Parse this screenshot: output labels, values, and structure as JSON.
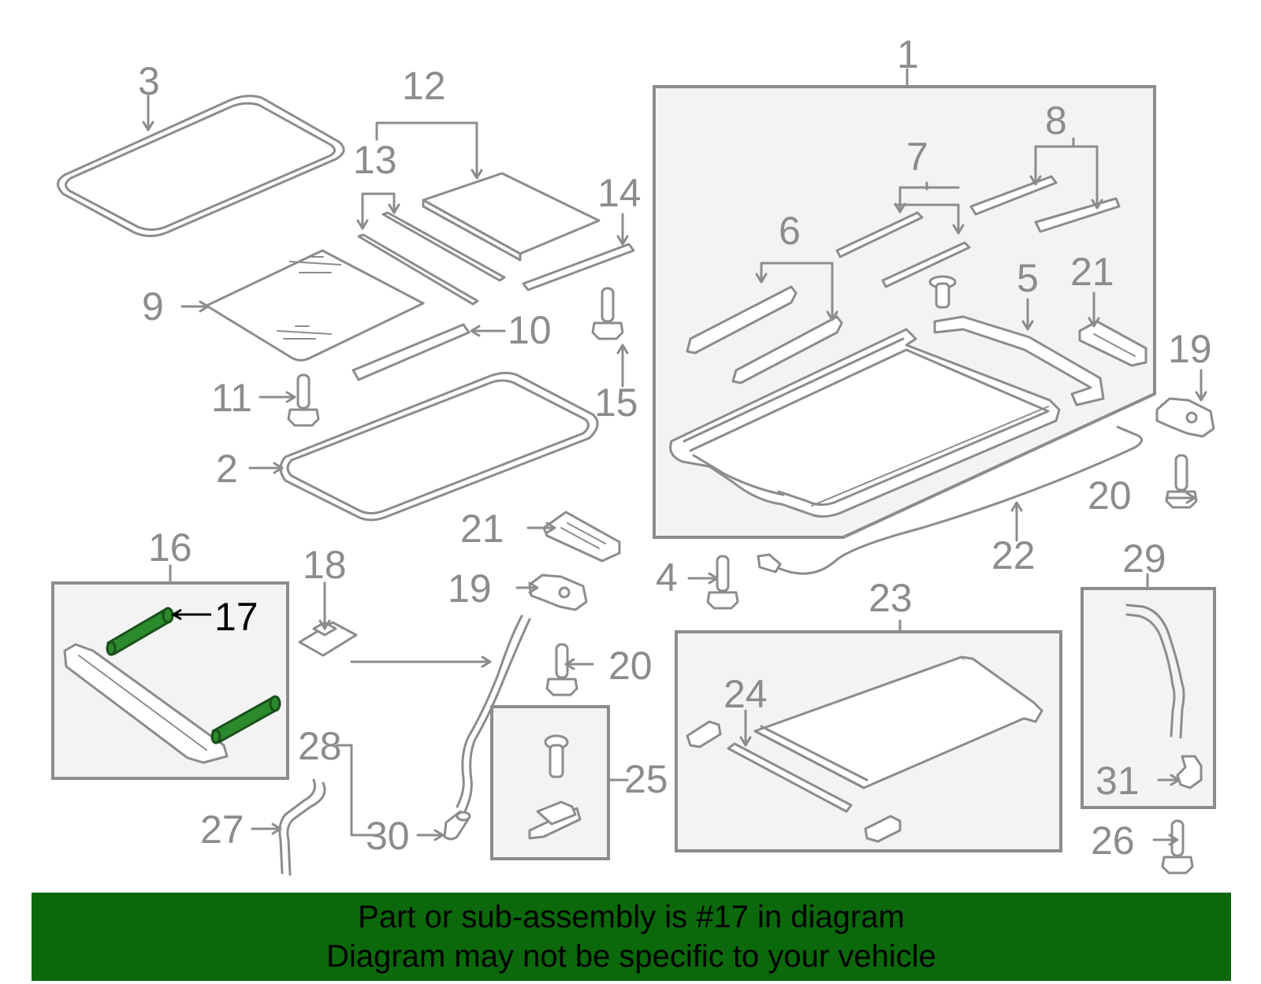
{
  "callouts": {
    "c1": "1",
    "c2": "2",
    "c3": "3",
    "c4": "4",
    "c5": "5",
    "c6": "6",
    "c7": "7",
    "c8": "8",
    "c9": "9",
    "c10": "10",
    "c11": "11",
    "c12": "12",
    "c13": "13",
    "c14": "14",
    "c15": "15",
    "c16": "16",
    "c17": "17",
    "c18": "18",
    "c19a": "19",
    "c19b": "19",
    "c20a": "20",
    "c20b": "20",
    "c21a": "21",
    "c21b": "21",
    "c22": "22",
    "c23": "23",
    "c24": "24",
    "c25": "25",
    "c26": "26",
    "c27": "27",
    "c28": "28",
    "c29": "29",
    "c30": "30",
    "c31": "31"
  },
  "highlight": {
    "part_number": "17",
    "color": "#2b8a2b"
  },
  "banner": {
    "line1": "Part or sub-assembly is #17 in diagram",
    "line2": "Diagram may not be specific to your vehicle",
    "background": "#0b680b"
  }
}
